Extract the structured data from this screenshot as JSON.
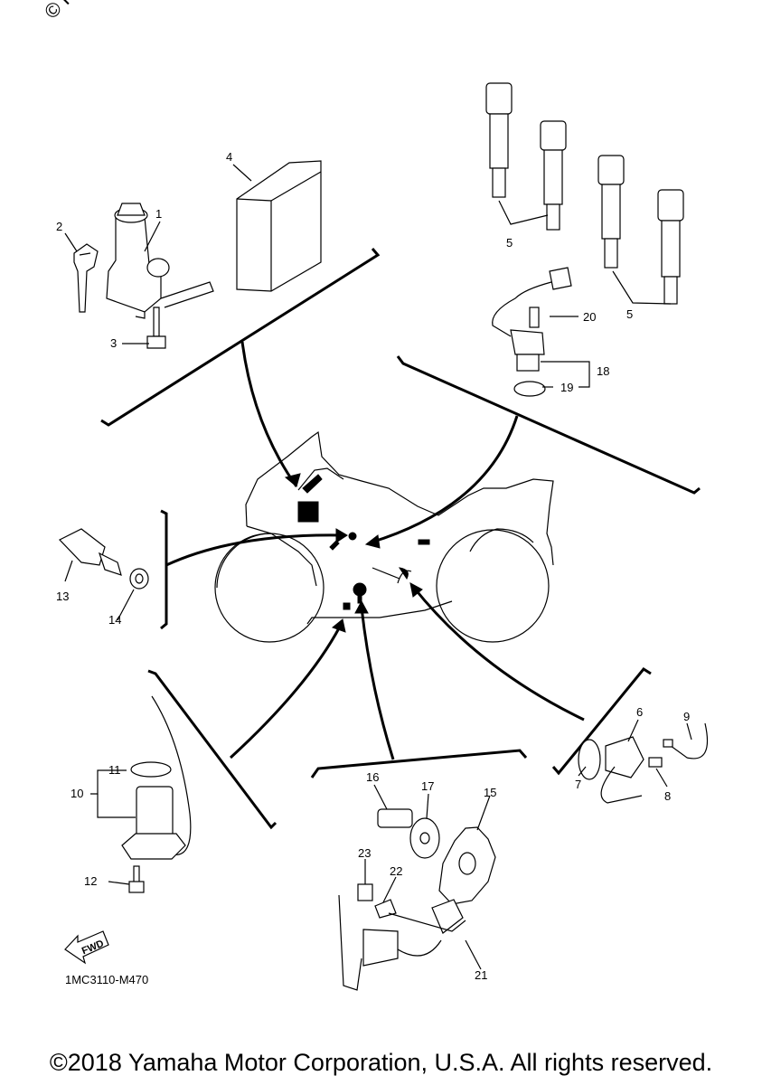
{
  "watermark": "© Partz",
  "diagram_code": "1MC3110-M470",
  "fwd_label": "FWD",
  "copyright": "©2018 Yamaha Motor Corporation, U.S.A. All rights reserved.",
  "callouts": [
    "1",
    "2",
    "3",
    "4",
    "5",
    "5",
    "6",
    "7",
    "8",
    "9",
    "10",
    "11",
    "12",
    "13",
    "14",
    "15",
    "16",
    "17",
    "18",
    "19",
    "20",
    "21",
    "22",
    "23"
  ]
}
